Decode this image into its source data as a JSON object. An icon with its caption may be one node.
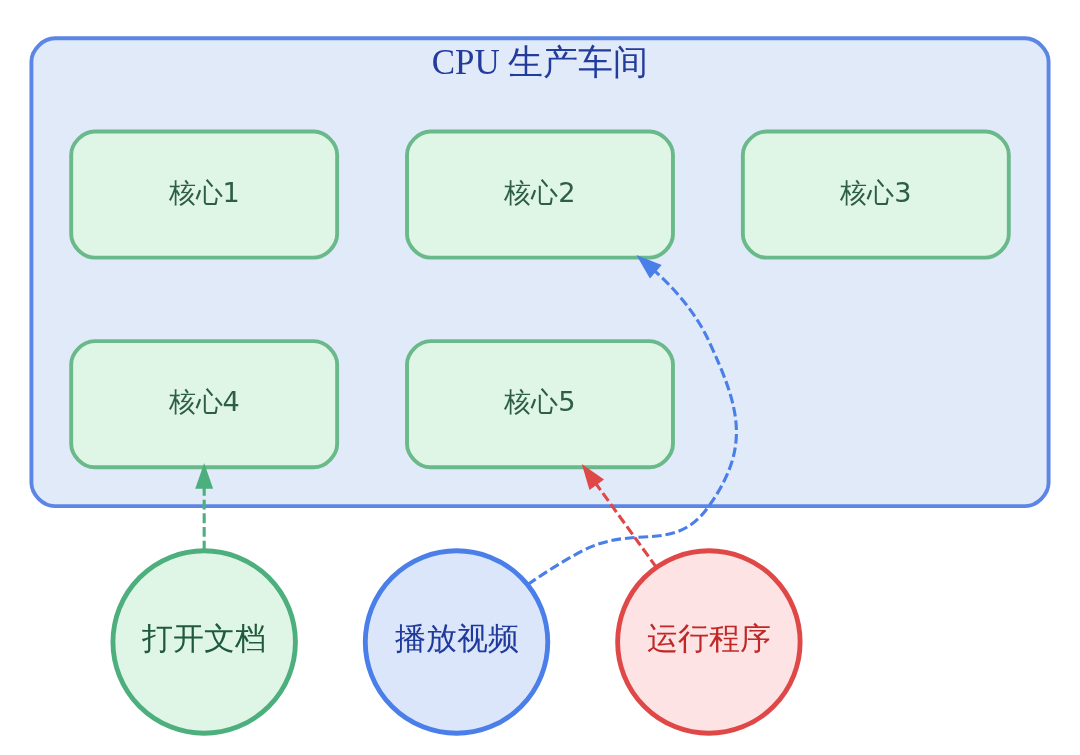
{
  "diagram": {
    "nodes": [
      {
        "text": [
          "CPU 生产车间"
        ]
      },
      {
        "text": [
          "核心1"
        ],
        "in": 0
      },
      {
        "text": [
          "核心2"
        ],
        "in": 0
      },
      {
        "text": [
          "核心3"
        ],
        "in": 0
      },
      {
        "text": [
          "核心4"
        ],
        "in": 0
      },
      {
        "text": [
          "核心5"
        ],
        "in": 0
      },
      {
        "text": [
          "打开文档"
        ]
      },
      {
        "text": [
          "播放视频"
        ]
      },
      {
        "text": [
          "运行程序"
        ]
      }
    ],
    "edges": [
      {
        "from": 6,
        "to": 4,
        "arrow": "to",
        "style": "dashed",
        "color": "#4caf7d"
      },
      {
        "from": 7,
        "to": 2,
        "arrow": "to",
        "style": "dashed",
        "color": "#4a7ee8"
      },
      {
        "from": 8,
        "to": 5,
        "arrow": "to",
        "style": "dashed",
        "color": "#e04848"
      }
    ]
  }
}
